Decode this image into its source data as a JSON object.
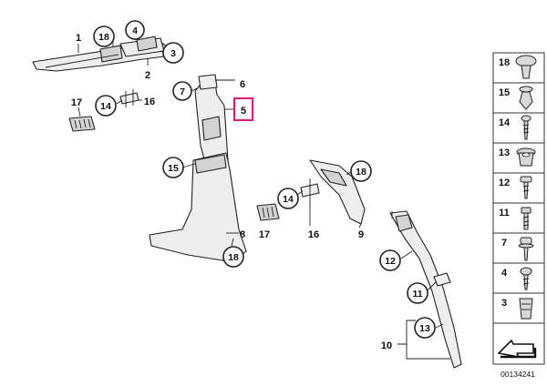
{
  "diagram": {
    "callouts": {
      "c1": "1",
      "c2": "2",
      "c3": "3",
      "c4": "4",
      "c5": "5",
      "c6": "6",
      "c7": "7",
      "c8": "8",
      "c9": "9",
      "c10": "10",
      "c11": "11",
      "c12": "12",
      "c13": "13",
      "c14a": "14",
      "c14b": "14",
      "c15": "15",
      "c16a": "16",
      "c16b": "16",
      "c17a": "17",
      "c17b": "17",
      "c18a": "18",
      "c18b": "18",
      "c18c": "18"
    },
    "highlight_color": "#e0177a"
  },
  "legend": {
    "items": [
      {
        "number": "18",
        "icon": "push-rivet-icon"
      },
      {
        "number": "15",
        "icon": "expanding-rivet-icon"
      },
      {
        "number": "14",
        "icon": "screw-icon"
      },
      {
        "number": "13",
        "icon": "grommet-icon"
      },
      {
        "number": "12",
        "icon": "fillister-screw-icon"
      },
      {
        "number": "11",
        "icon": "threaded-screw-icon"
      },
      {
        "number": "7",
        "icon": "collar-screw-icon"
      },
      {
        "number": "4",
        "icon": "flat-head-screw-icon"
      },
      {
        "number": "3",
        "icon": "clip-nut-icon"
      }
    ]
  },
  "footer": {
    "id": "00134241"
  }
}
